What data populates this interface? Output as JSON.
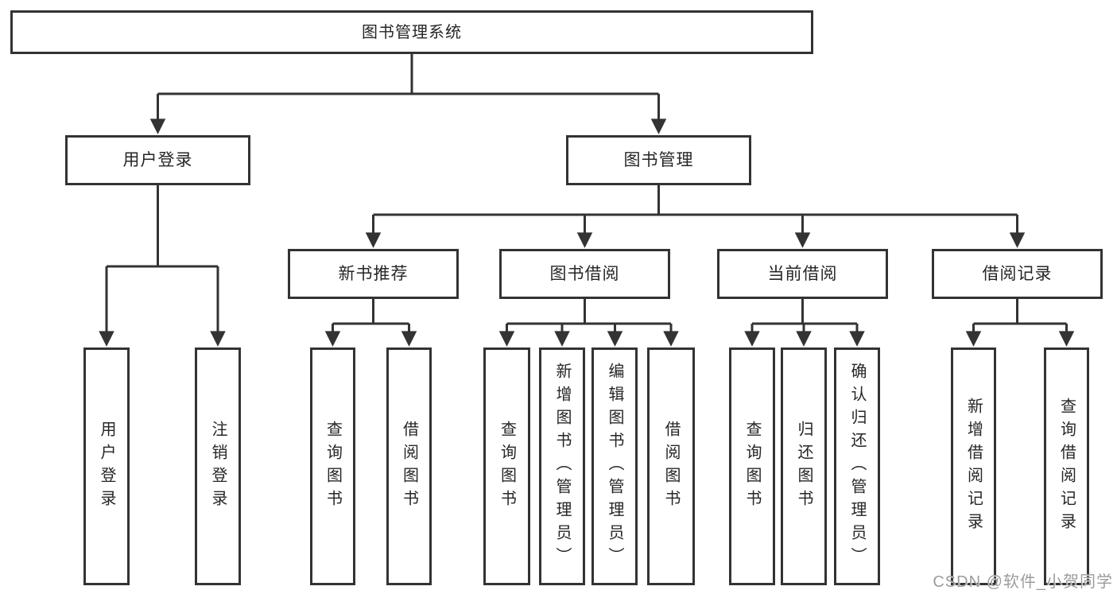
{
  "tree": {
    "root": {
      "label": "图书管理系统"
    },
    "branches": [
      {
        "label": "用户登录",
        "children": [
          {
            "label": "用户登录"
          },
          {
            "label": "注销登录"
          }
        ]
      },
      {
        "label": "图书管理",
        "groups": [
          {
            "label": "新书推荐",
            "children": [
              {
                "label": "查询图书"
              },
              {
                "label": "借阅图书"
              }
            ]
          },
          {
            "label": "图书借阅",
            "children": [
              {
                "label": "查询图书"
              },
              {
                "label": "新增图书（管理员）"
              },
              {
                "label": "编辑图书（管理员）"
              },
              {
                "label": "借阅图书"
              }
            ]
          },
          {
            "label": "当前借阅",
            "children": [
              {
                "label": "查询图书"
              },
              {
                "label": "归还图书"
              },
              {
                "label": "确认归还（管理员）"
              }
            ]
          },
          {
            "label": "借阅记录",
            "children": [
              {
                "label": "新增借阅记录"
              },
              {
                "label": "查询借阅记录"
              }
            ]
          }
        ]
      }
    ]
  },
  "watermark": {
    "text": "CSDN @软件_小贺同学"
  },
  "colors": {
    "line": "#333333",
    "box_border": "#333333",
    "text": "#262626",
    "background": "#ffffff",
    "watermark": "#9c9c9c"
  }
}
